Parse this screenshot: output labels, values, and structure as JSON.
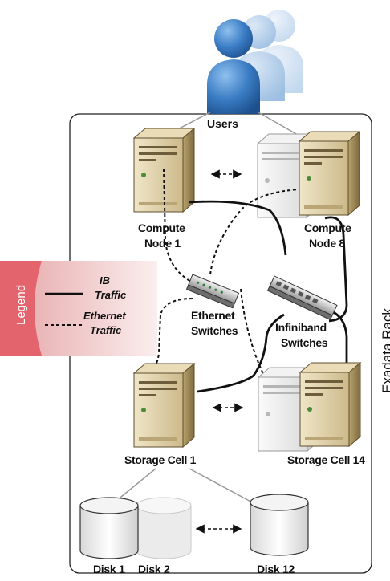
{
  "users": {
    "label": "Users"
  },
  "rack": {
    "label": "Exadata Rack"
  },
  "compute": [
    {
      "name": "Compute",
      "num": "Node  1"
    },
    {
      "name": "Compute",
      "num": "Node 8"
    }
  ],
  "switches": {
    "ethernet": {
      "line1": "Ethernet",
      "line2": "Switches"
    },
    "infiniband": {
      "line1": "Infiniband",
      "line2": "Switches"
    }
  },
  "storage": [
    {
      "label": "Storage Cell 1"
    },
    {
      "label": "Storage Cell 14"
    }
  ],
  "disks": [
    {
      "label": "Disk 1"
    },
    {
      "label": "Disk 2"
    },
    {
      "label": "Disk 12"
    }
  ],
  "legend": {
    "title": "Legend",
    "ib_line1": "IB",
    "ib_line2": "Traffic",
    "eth_line1": "Ethernet",
    "eth_line2": "Traffic"
  },
  "colors": {
    "legend_fill": "#e3646c",
    "legend_light": "#f8dedd",
    "user_blue": "#2f6fb3",
    "server_tan": "#d8c79a",
    "server_grey": "#e6e6e6"
  }
}
